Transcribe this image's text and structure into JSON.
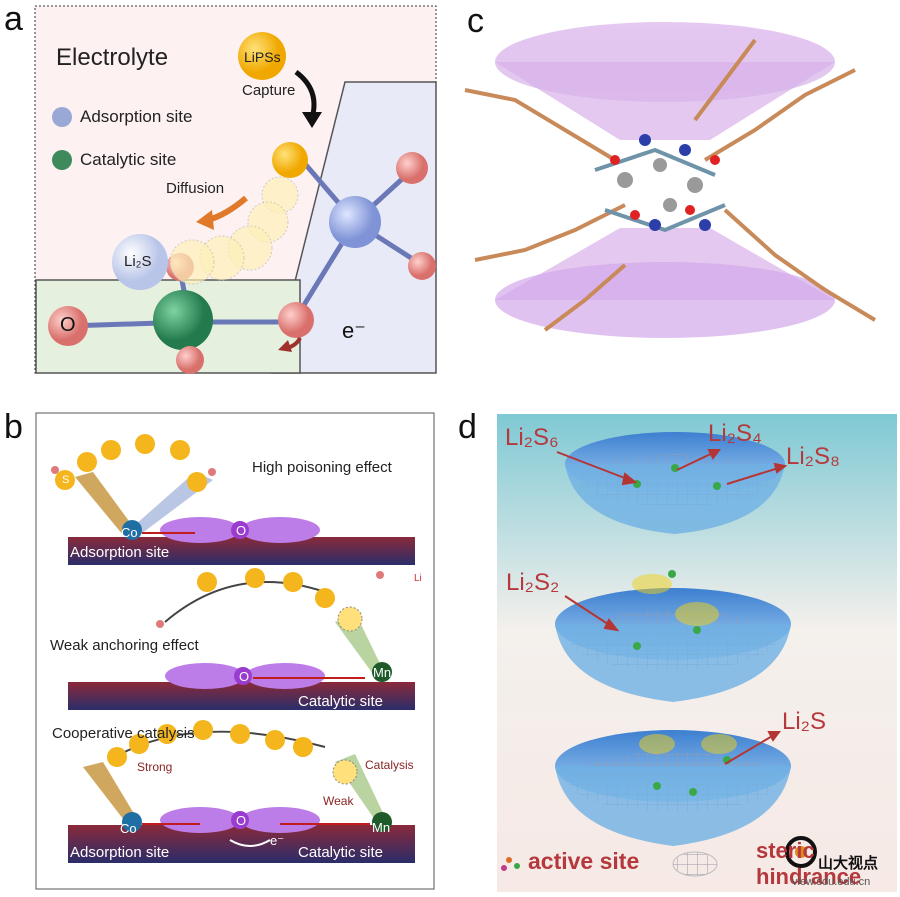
{
  "panels": {
    "a": {
      "letter": "a",
      "electrolyte": "Electrolyte",
      "lipss": "LiPSs",
      "capture": "Capture",
      "adsorption_site": "Adsorption site",
      "catalytic_site": "Catalytic site",
      "diffusion": "Diffusion",
      "li2s": "Li₂S",
      "o_label": "O",
      "electron": "e⁻",
      "colors": {
        "adsorption": "#8e9fd0",
        "catalytic": "#3c8a62",
        "lipss": "#f5b51c",
        "atom": "#e08a8a"
      }
    },
    "b": {
      "letter": "b",
      "high_poisoning": "High poisoning effect",
      "weak_anchoring": "Weak anchoring effect",
      "cooperative": "Cooperative catalysis",
      "adsorption_site_1": "Adsorption site",
      "catalytic_site_1": "Catalytic site",
      "adsorption_site_2": "Adsorption site",
      "catalytic_site_2": "Catalytic site",
      "co": "Co",
      "o": "O",
      "mn": "Mn",
      "s": "S",
      "li": "Li",
      "strong": "Strong",
      "weak": "Weak",
      "catalysis": "Catalysis",
      "electron": "e⁻"
    },
    "c": {
      "letter": "c"
    },
    "d": {
      "letter": "d",
      "li2s6": "Li₂S₆",
      "li2s4": "Li₂S₄",
      "li2s8": "Li₂S₈",
      "li2s2": "Li₂S₂",
      "li2s": "Li₂S",
      "active_site": "active site",
      "steric_hindrance": "steric hindrance",
      "watermark_cn": "山大视点",
      "watermark_url": "view.sdu.edu.cn"
    }
  }
}
